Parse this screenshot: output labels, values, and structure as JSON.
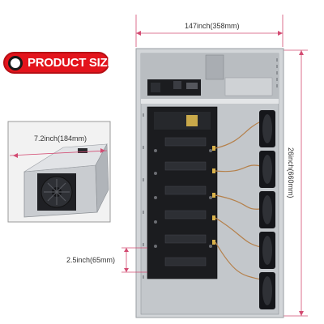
{
  "badge": {
    "label": "PRODUCT SIZE"
  },
  "dimensions": {
    "width": "147inch(358mm)",
    "height": "26inch(660mm)",
    "depth": "7.2inch(184mm)",
    "board_height": "2.5inch(65mm)"
  },
  "colors": {
    "badge_red": "#e3141c",
    "chassis_gray": "#c9cccf",
    "board_black": "#1b1c1f",
    "dimension_line": "#d34b72",
    "fan_black": "#15161a"
  },
  "icons": [
    "fan-icon",
    "circuit-board-icon"
  ]
}
